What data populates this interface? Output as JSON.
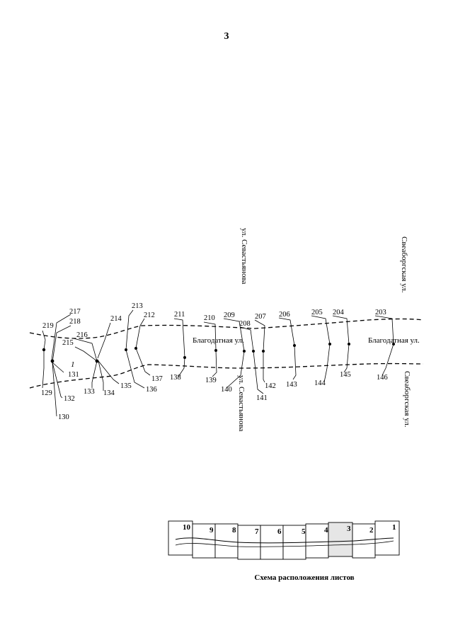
{
  "page_number": "3",
  "streets": {
    "sevastyanova": "ул. Севастьянова",
    "sveaborgskaya": "Свеаборгская ул.",
    "blagodatnaya": "Благодатная ул."
  },
  "area_label": "1",
  "top_labels": [
    "219",
    "217",
    "218",
    "216",
    "215",
    "214",
    "213",
    "212",
    "211",
    "210",
    "209",
    "208",
    "207",
    "206",
    "205",
    "204",
    "203"
  ],
  "bottom_labels": [
    "129",
    "130",
    "131",
    "132",
    "133",
    "134",
    "135",
    "136",
    "137",
    "138",
    "139",
    "140",
    "141",
    "142",
    "143",
    "144",
    "145",
    "146"
  ],
  "key_map": {
    "sheets": [
      "10",
      "9",
      "8",
      "7",
      "6",
      "5",
      "4",
      "3",
      "2",
      "1"
    ],
    "caption": "Схема расположения листов"
  }
}
